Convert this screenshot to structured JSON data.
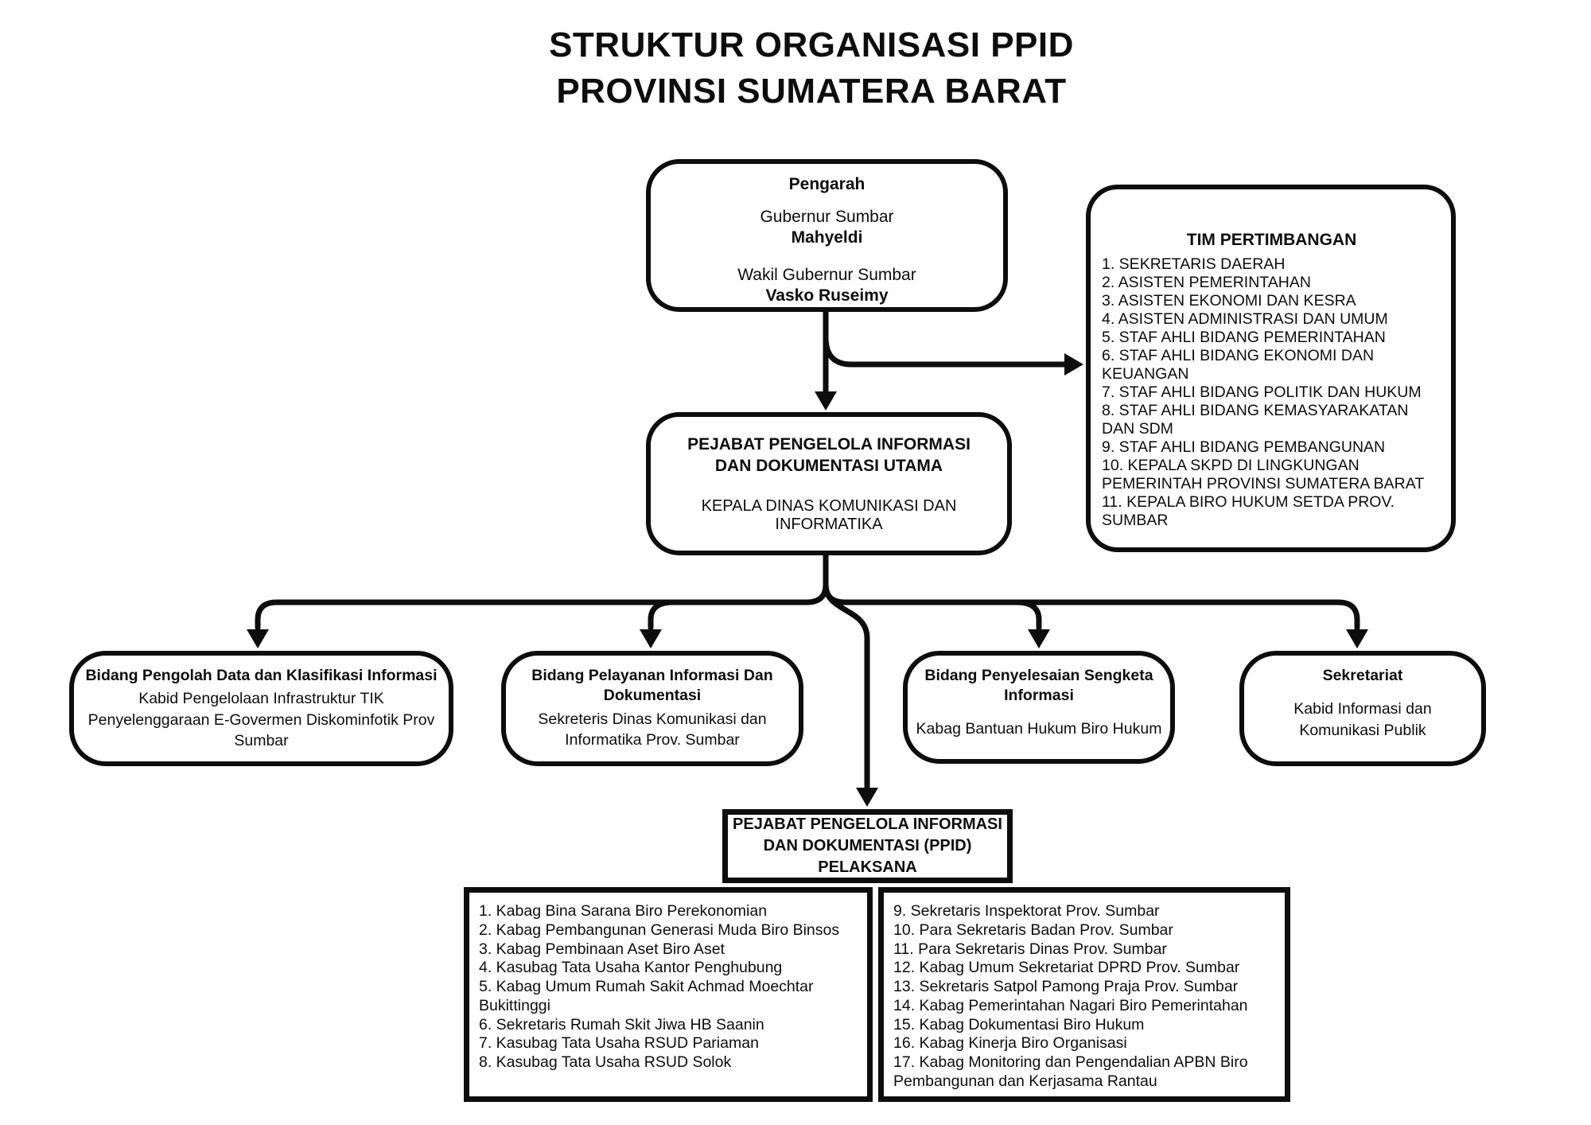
{
  "colors": {
    "ink": "#0d0d0d",
    "background": "#ffffff"
  },
  "title": {
    "line1": "STRUKTUR ORGANISASI PPID",
    "line2": "PROVINSI SUMATERA BARAT"
  },
  "pengarah": {
    "header": "Pengarah",
    "role1": "Gubernur Sumbar",
    "name1": "Mahyeldi",
    "role2": "Wakil Gubernur Sumbar",
    "name2": "Vasko Ruseimy"
  },
  "tim": {
    "header": "TIM PERTIMBANGAN",
    "items": [
      "1. SEKRETARIS DAERAH",
      "2. ASISTEN PEMERINTAHAN",
      "3. ASISTEN EKONOMI DAN KESRA",
      "4. ASISTEN ADMINISTRASI DAN UMUM",
      "5. STAF AHLI BIDANG PEMERINTAHAN",
      "6. STAF AHLI BIDANG EKONOMI DAN KEUANGAN",
      "7. STAF AHLI BIDANG POLITIK DAN HUKUM",
      "8. STAF AHLI BIDANG KEMASYARAKATAN DAN SDM",
      "9. STAF AHLI BIDANG PEMBANGUNAN",
      "10. KEPALA SKPD DI LINGKUNGAN PEMERINTAH PROVINSI SUMATERA BARAT",
      "11. KEPALA BIRO HUKUM SETDA PROV. SUMBAR"
    ]
  },
  "utama": {
    "title": "PEJABAT PENGELOLA INFORMASI DAN DOKUMENTASI UTAMA",
    "subtitle": "KEPALA DINAS KOMUNIKASI DAN INFORMATIKA"
  },
  "bidang": [
    {
      "title": "Bidang Pengolah Data dan Klasifikasi Informasi",
      "subtitle": "Kabid Pengelolaan Infrastruktur TIK Penyelenggaraan E-Govermen Diskominfotik Prov Sumbar"
    },
    {
      "title": "Bidang Pelayanan Informasi Dan Dokumentasi",
      "subtitle": "Sekreteris Dinas Komunikasi dan Informatika Prov. Sumbar"
    },
    {
      "title": "Bidang Penyelesaian Sengketa Informasi",
      "subtitle": "Kabag Bantuan Hukum Biro Hukum"
    },
    {
      "title": "Sekretariat",
      "subtitle": "Kabid Informasi dan Komunikasi Publik"
    }
  ],
  "pelaksana": {
    "title": "PEJABAT PENGELOLA INFORMASI DAN DOKUMENTASI (PPID) PELAKSANA",
    "left_items": [
      "1. Kabag Bina Sarana Biro Perekonomian",
      "2. Kabag Pembangunan Generasi Muda Biro Binsos",
      "3. Kabag Pembinaan Aset Biro Aset",
      "4. Kasubag Tata Usaha Kantor Penghubung",
      "5. Kabag Umum Rumah Sakit Achmad Moechtar Bukittinggi",
      "6. Sekretaris Rumah Skit Jiwa HB Saanin",
      "7. Kasubag Tata Usaha RSUD Pariaman",
      "8. Kasubag Tata Usaha RSUD Solok"
    ],
    "right_items": [
      "9. Sekretaris Inspektorat Prov. Sumbar",
      "10. Para Sekretaris Badan Prov. Sumbar",
      "11. Para Sekretaris Dinas Prov. Sumbar",
      "12. Kabag Umum Sekretariat DPRD Prov. Sumbar",
      "13. Sekretaris Satpol Pamong Praja Prov. Sumbar",
      "14. Kabag Pemerintahan Nagari Biro Pemerintahan",
      "15. Kabag Dokumentasi Biro Hukum",
      "16. Kabag Kinerja Biro Organisasi",
      "17. Kabag Monitoring dan Pengendalian APBN Biro Pembangunan dan Kerjasama Rantau"
    ]
  }
}
